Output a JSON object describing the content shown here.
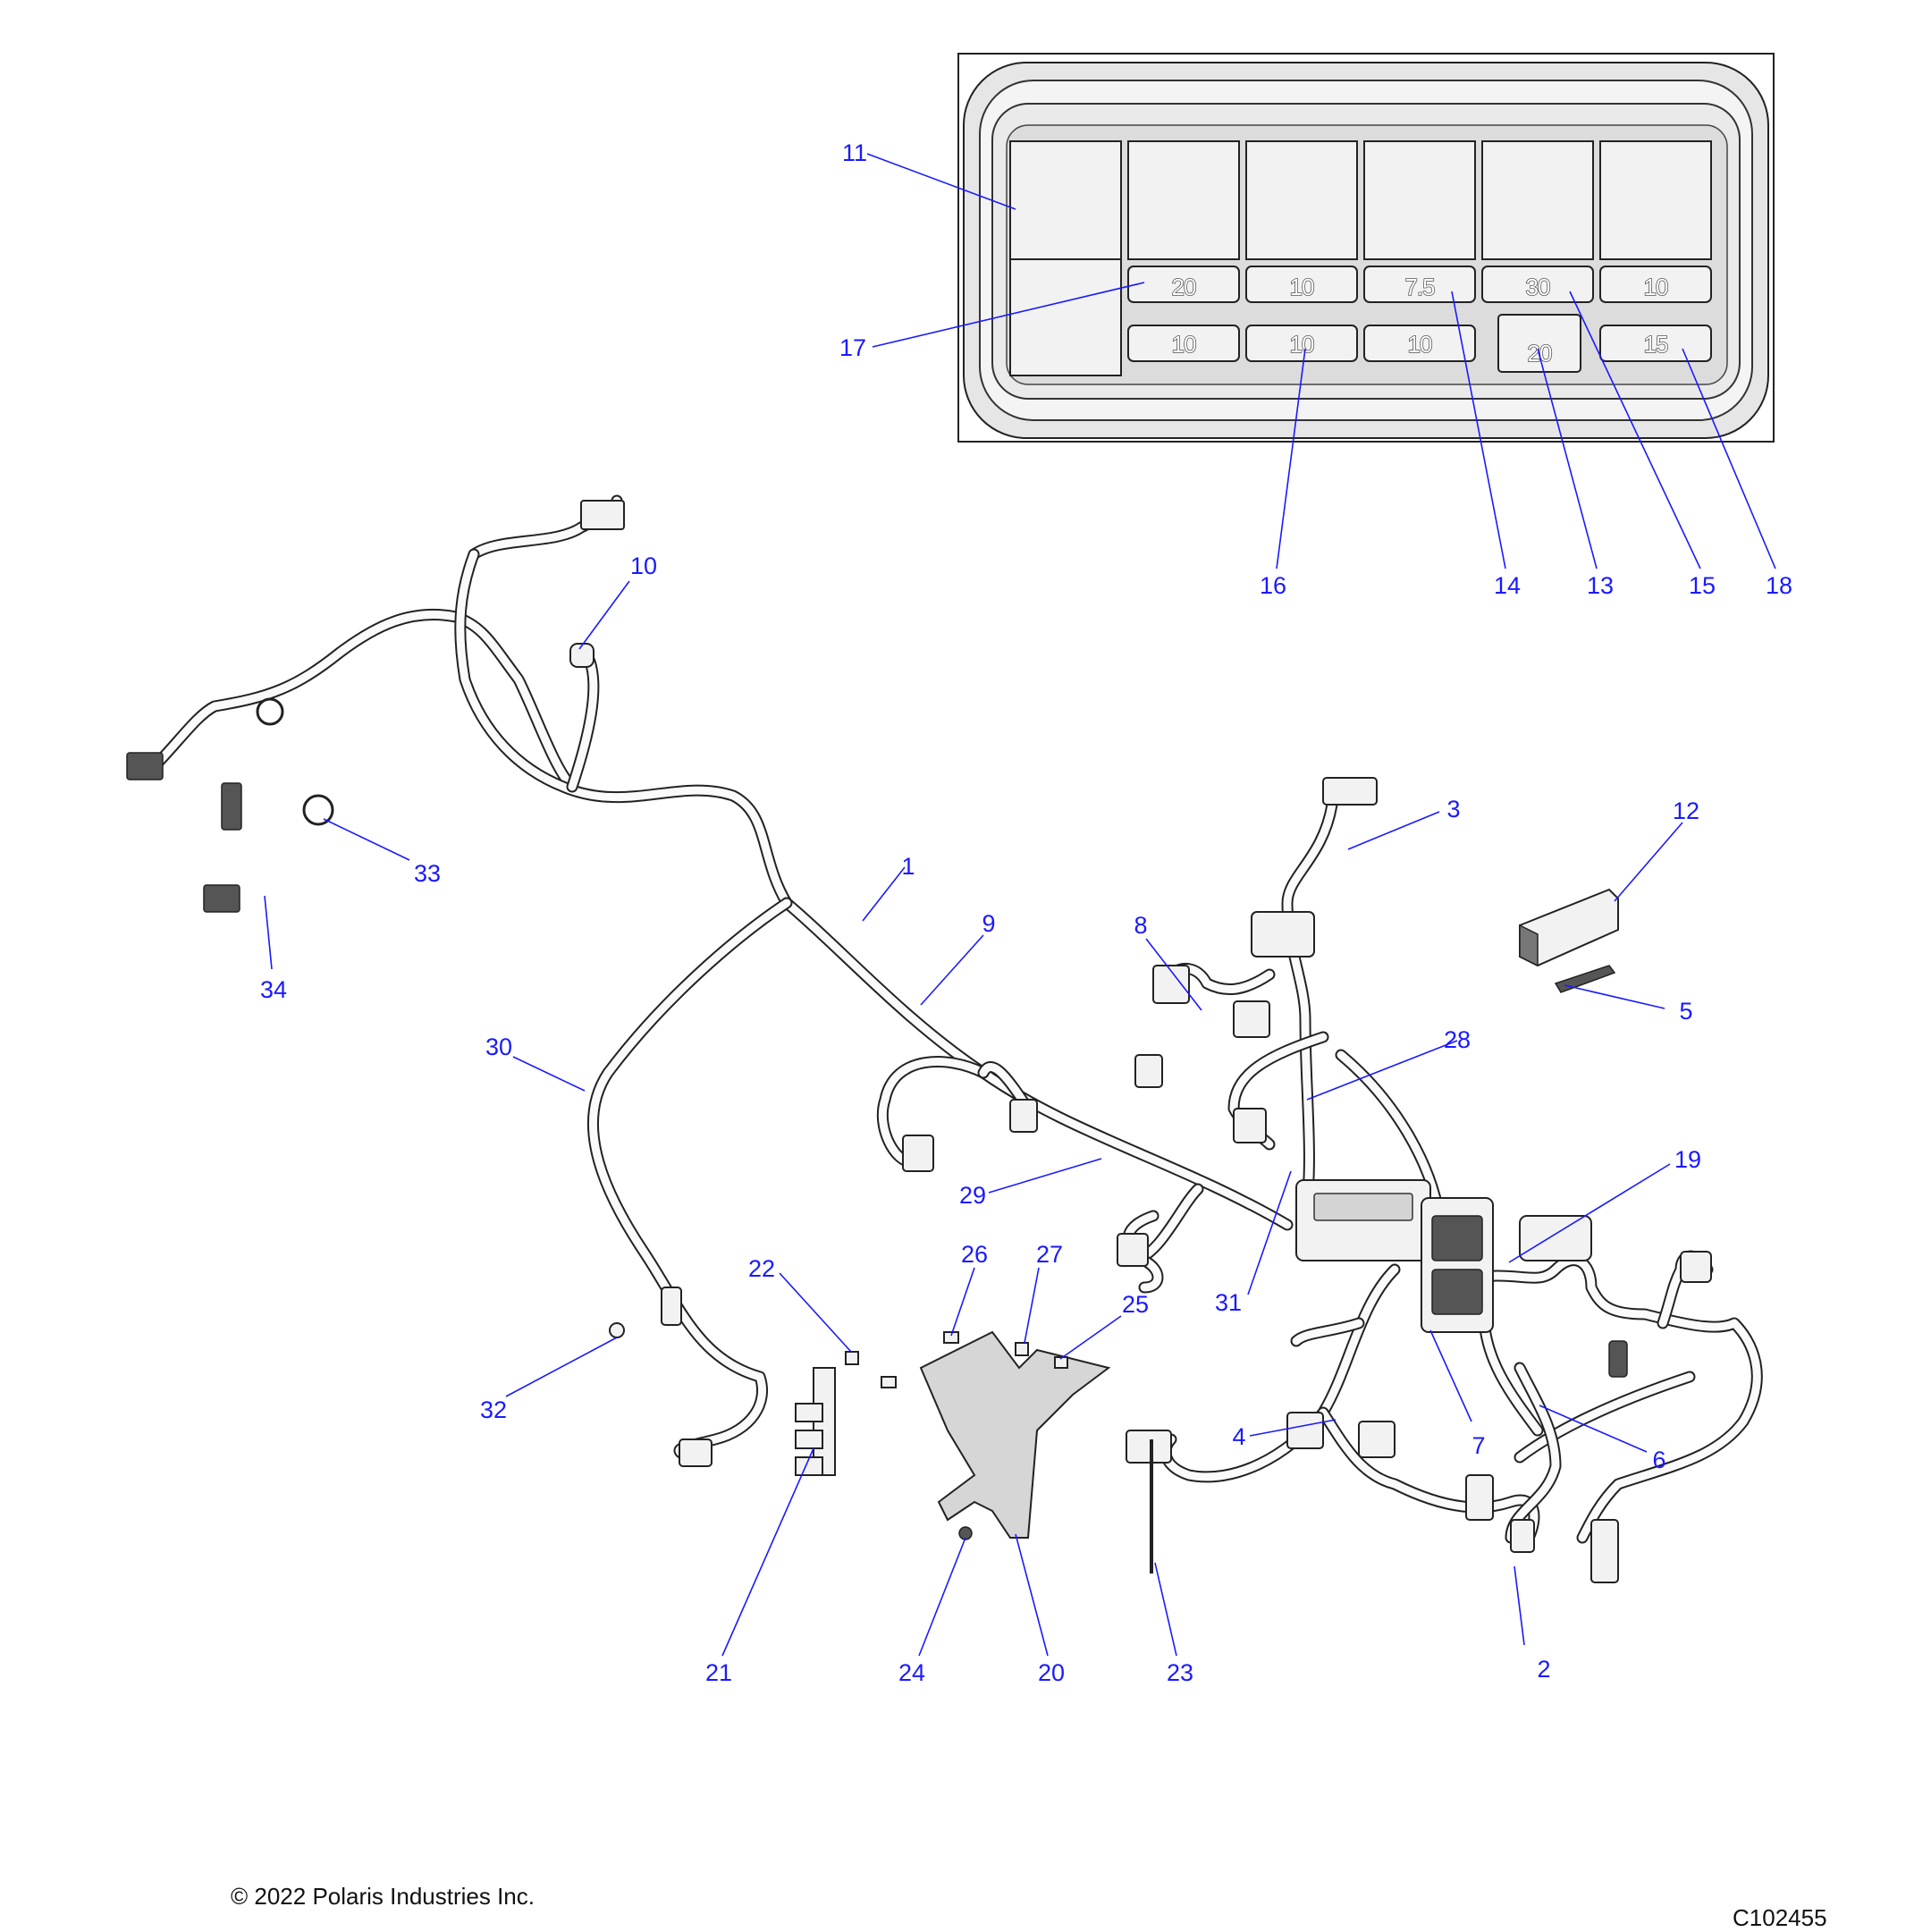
{
  "copyright": "© 2022 Polaris Industries Inc.",
  "figure_id": "C102455",
  "fuses": {
    "f17": "20",
    "f_r1c2": "10",
    "f14": "7.5",
    "f15": "30",
    "f_r1c5": "10",
    "f_r2c1": "10",
    "f16": "10",
    "f_r2c3": "10",
    "f13": "20",
    "f18": "15"
  },
  "callouts": {
    "c1": "1",
    "c2": "2",
    "c3": "3",
    "c4": "4",
    "c5": "5",
    "c6": "6",
    "c7": "7",
    "c8": "8",
    "c9": "9",
    "c10": "10",
    "c11": "11",
    "c12": "12",
    "c13": "13",
    "c14": "14",
    "c15": "15",
    "c16": "16",
    "c17": "17",
    "c18": "18",
    "c19": "19",
    "c20": "20",
    "c21": "21",
    "c22": "22",
    "c23": "23",
    "c24": "24",
    "c25": "25",
    "c26": "26",
    "c27": "27",
    "c28": "28",
    "c29": "29",
    "c30": "30",
    "c31": "31",
    "c32": "32",
    "c33": "33",
    "c34": "34"
  }
}
